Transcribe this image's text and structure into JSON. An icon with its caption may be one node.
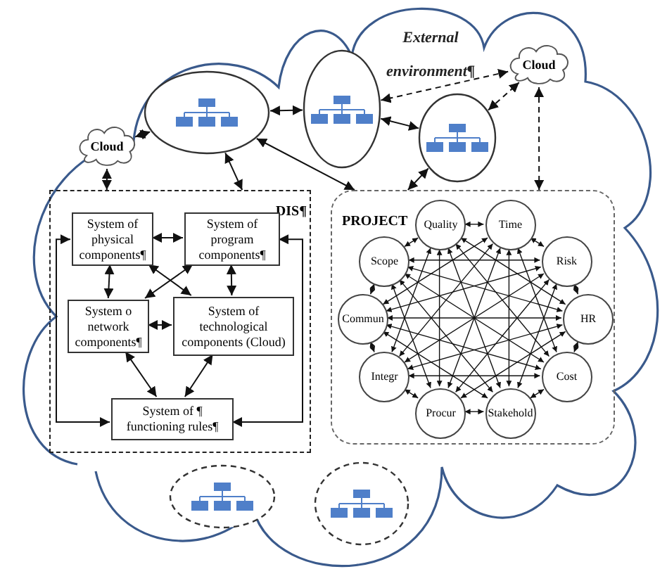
{
  "diagram": {
    "nodes": [
      {
        "text": [
          "External environment¶"
        ]
      },
      {
        "text": [],
        "shape": "ellipse",
        "in": 0
      },
      {
        "text": [],
        "shape": "ellipse",
        "in": 0
      },
      {
        "text": [],
        "shape": "ellipse",
        "in": 0
      },
      {
        "text": [
          "Cloud"
        ],
        "in": 0
      },
      {
        "text": [
          "Cloud"
        ],
        "in": 0
      },
      {
        "text": [
          "DIS¶"
        ],
        "in": 0
      },
      {
        "text": [
          "System of physical components¶"
        ],
        "in": 6
      },
      {
        "text": [
          "System of program components¶"
        ],
        "in": 6
      },
      {
        "text": [
          "System o network components¶"
        ],
        "in": 6
      },
      {
        "text": [
          "System of technological components (Cloud)"
        ],
        "in": 6
      },
      {
        "text": [
          "System of ¶ functioning rules¶"
        ],
        "in": 6
      },
      {
        "text": [
          "PROJECT"
        ],
        "in": 0
      },
      {
        "text": [
          "Quality"
        ],
        "in": 12
      },
      {
        "text": [
          "Time"
        ],
        "in": 12
      },
      {
        "text": [
          "Scope"
        ],
        "in": 12
      },
      {
        "text": [
          "Risk"
        ],
        "in": 12
      },
      {
        "text": [
          "Commun"
        ],
        "in": 12
      },
      {
        "text": [
          "HR"
        ],
        "in": 12
      },
      {
        "text": [
          "Integr"
        ],
        "in": 12
      },
      {
        "text": [
          "Cost"
        ],
        "in": 12
      },
      {
        "text": [
          "Procur"
        ],
        "in": 12
      },
      {
        "text": [
          "Stakehold"
        ],
        "in": 12
      },
      {
        "text": [],
        "shape": "ellipse",
        "in": 0
      },
      {
        "text": [],
        "shape": "ellipse",
        "in": 0
      }
    ],
    "edges": [
      {
        "from": 4,
        "to": 1,
        "arrow": "both",
        "style": "dashed"
      },
      {
        "from": 4,
        "to": 6,
        "arrow": "both",
        "style": "dashed"
      },
      {
        "from": 1,
        "to": 2,
        "arrow": "both"
      },
      {
        "from": 6,
        "to": 1,
        "arrow": "both"
      },
      {
        "from": 1,
        "to": 12,
        "arrow": "both"
      },
      {
        "from": 2,
        "to": 3,
        "arrow": "both"
      },
      {
        "from": 5,
        "to": 2,
        "arrow": "both",
        "style": "dashed"
      },
      {
        "from": 3,
        "to": 5,
        "arrow": "both",
        "style": "dashed"
      },
      {
        "from": 3,
        "to": 12,
        "arrow": "both"
      },
      {
        "from": 5,
        "to": 12,
        "arrow": "both",
        "style": "dashed"
      },
      {
        "from": 7,
        "to": 8,
        "arrow": "both"
      },
      {
        "from": 7,
        "to": 9,
        "arrow": "both"
      },
      {
        "from": 8,
        "to": 10,
        "arrow": "both"
      },
      {
        "from": 9,
        "to": 10,
        "arrow": "both"
      },
      {
        "from": 7,
        "to": 10,
        "arrow": "both"
      },
      {
        "from": 8,
        "to": 9,
        "arrow": "both"
      },
      {
        "from": 9,
        "to": 11,
        "arrow": "both"
      },
      {
        "from": 10,
        "to": 11,
        "arrow": "both"
      },
      {
        "from": 7,
        "to": 11,
        "arrow": "both"
      },
      {
        "from": 8,
        "to": 11,
        "arrow": "both"
      },
      {
        "from": 13,
        "to": 14,
        "arrow": "both"
      },
      {
        "from": 14,
        "to": 16,
        "arrow": "both"
      },
      {
        "from": 16,
        "to": 18,
        "arrow": "both"
      },
      {
        "from": 18,
        "to": 20,
        "arrow": "both"
      },
      {
        "from": 20,
        "to": 22,
        "arrow": "both"
      },
      {
        "from": 22,
        "to": 21,
        "arrow": "both"
      },
      {
        "from": 21,
        "to": 19,
        "arrow": "both"
      },
      {
        "from": 19,
        "to": 17,
        "arrow": "both"
      },
      {
        "from": 17,
        "to": 15,
        "arrow": "both"
      },
      {
        "from": 15,
        "to": 13,
        "arrow": "both"
      },
      {
        "from": 13,
        "to": 18,
        "arrow": "both"
      },
      {
        "from": 13,
        "to": 20,
        "arrow": "both"
      },
      {
        "from": 13,
        "to": 22,
        "arrow": "both"
      },
      {
        "from": 13,
        "to": 21,
        "arrow": "both"
      },
      {
        "from": 13,
        "to": 19,
        "arrow": "both"
      },
      {
        "from": 14,
        "to": 20,
        "arrow": "both"
      },
      {
        "from": 14,
        "to": 22,
        "arrow": "both"
      },
      {
        "from": 14,
        "to": 21,
        "arrow": "both"
      },
      {
        "from": 14,
        "to": 19,
        "arrow": "both"
      },
      {
        "from": 14,
        "to": 17,
        "arrow": "both"
      },
      {
        "from": 16,
        "to": 22,
        "arrow": "both"
      },
      {
        "from": 16,
        "to": 21,
        "arrow": "both"
      },
      {
        "from": 16,
        "to": 19,
        "arrow": "both"
      },
      {
        "from": 16,
        "to": 17,
        "arrow": "both"
      },
      {
        "from": 16,
        "to": 15,
        "arrow": "both"
      },
      {
        "from": 18,
        "to": 21,
        "arrow": "both"
      },
      {
        "from": 18,
        "to": 19,
        "arrow": "both"
      },
      {
        "from": 18,
        "to": 17,
        "arrow": "both"
      },
      {
        "from": 18,
        "to": 15,
        "arrow": "both"
      },
      {
        "from": 20,
        "to": 19,
        "arrow": "both"
      },
      {
        "from": 20,
        "to": 17,
        "arrow": "both"
      },
      {
        "from": 20,
        "to": 15,
        "arrow": "both"
      },
      {
        "from": 22,
        "to": 17,
        "arrow": "both"
      },
      {
        "from": 22,
        "to": 15,
        "arrow": "both"
      },
      {
        "from": 21,
        "to": 15,
        "arrow": "both"
      }
    ]
  }
}
